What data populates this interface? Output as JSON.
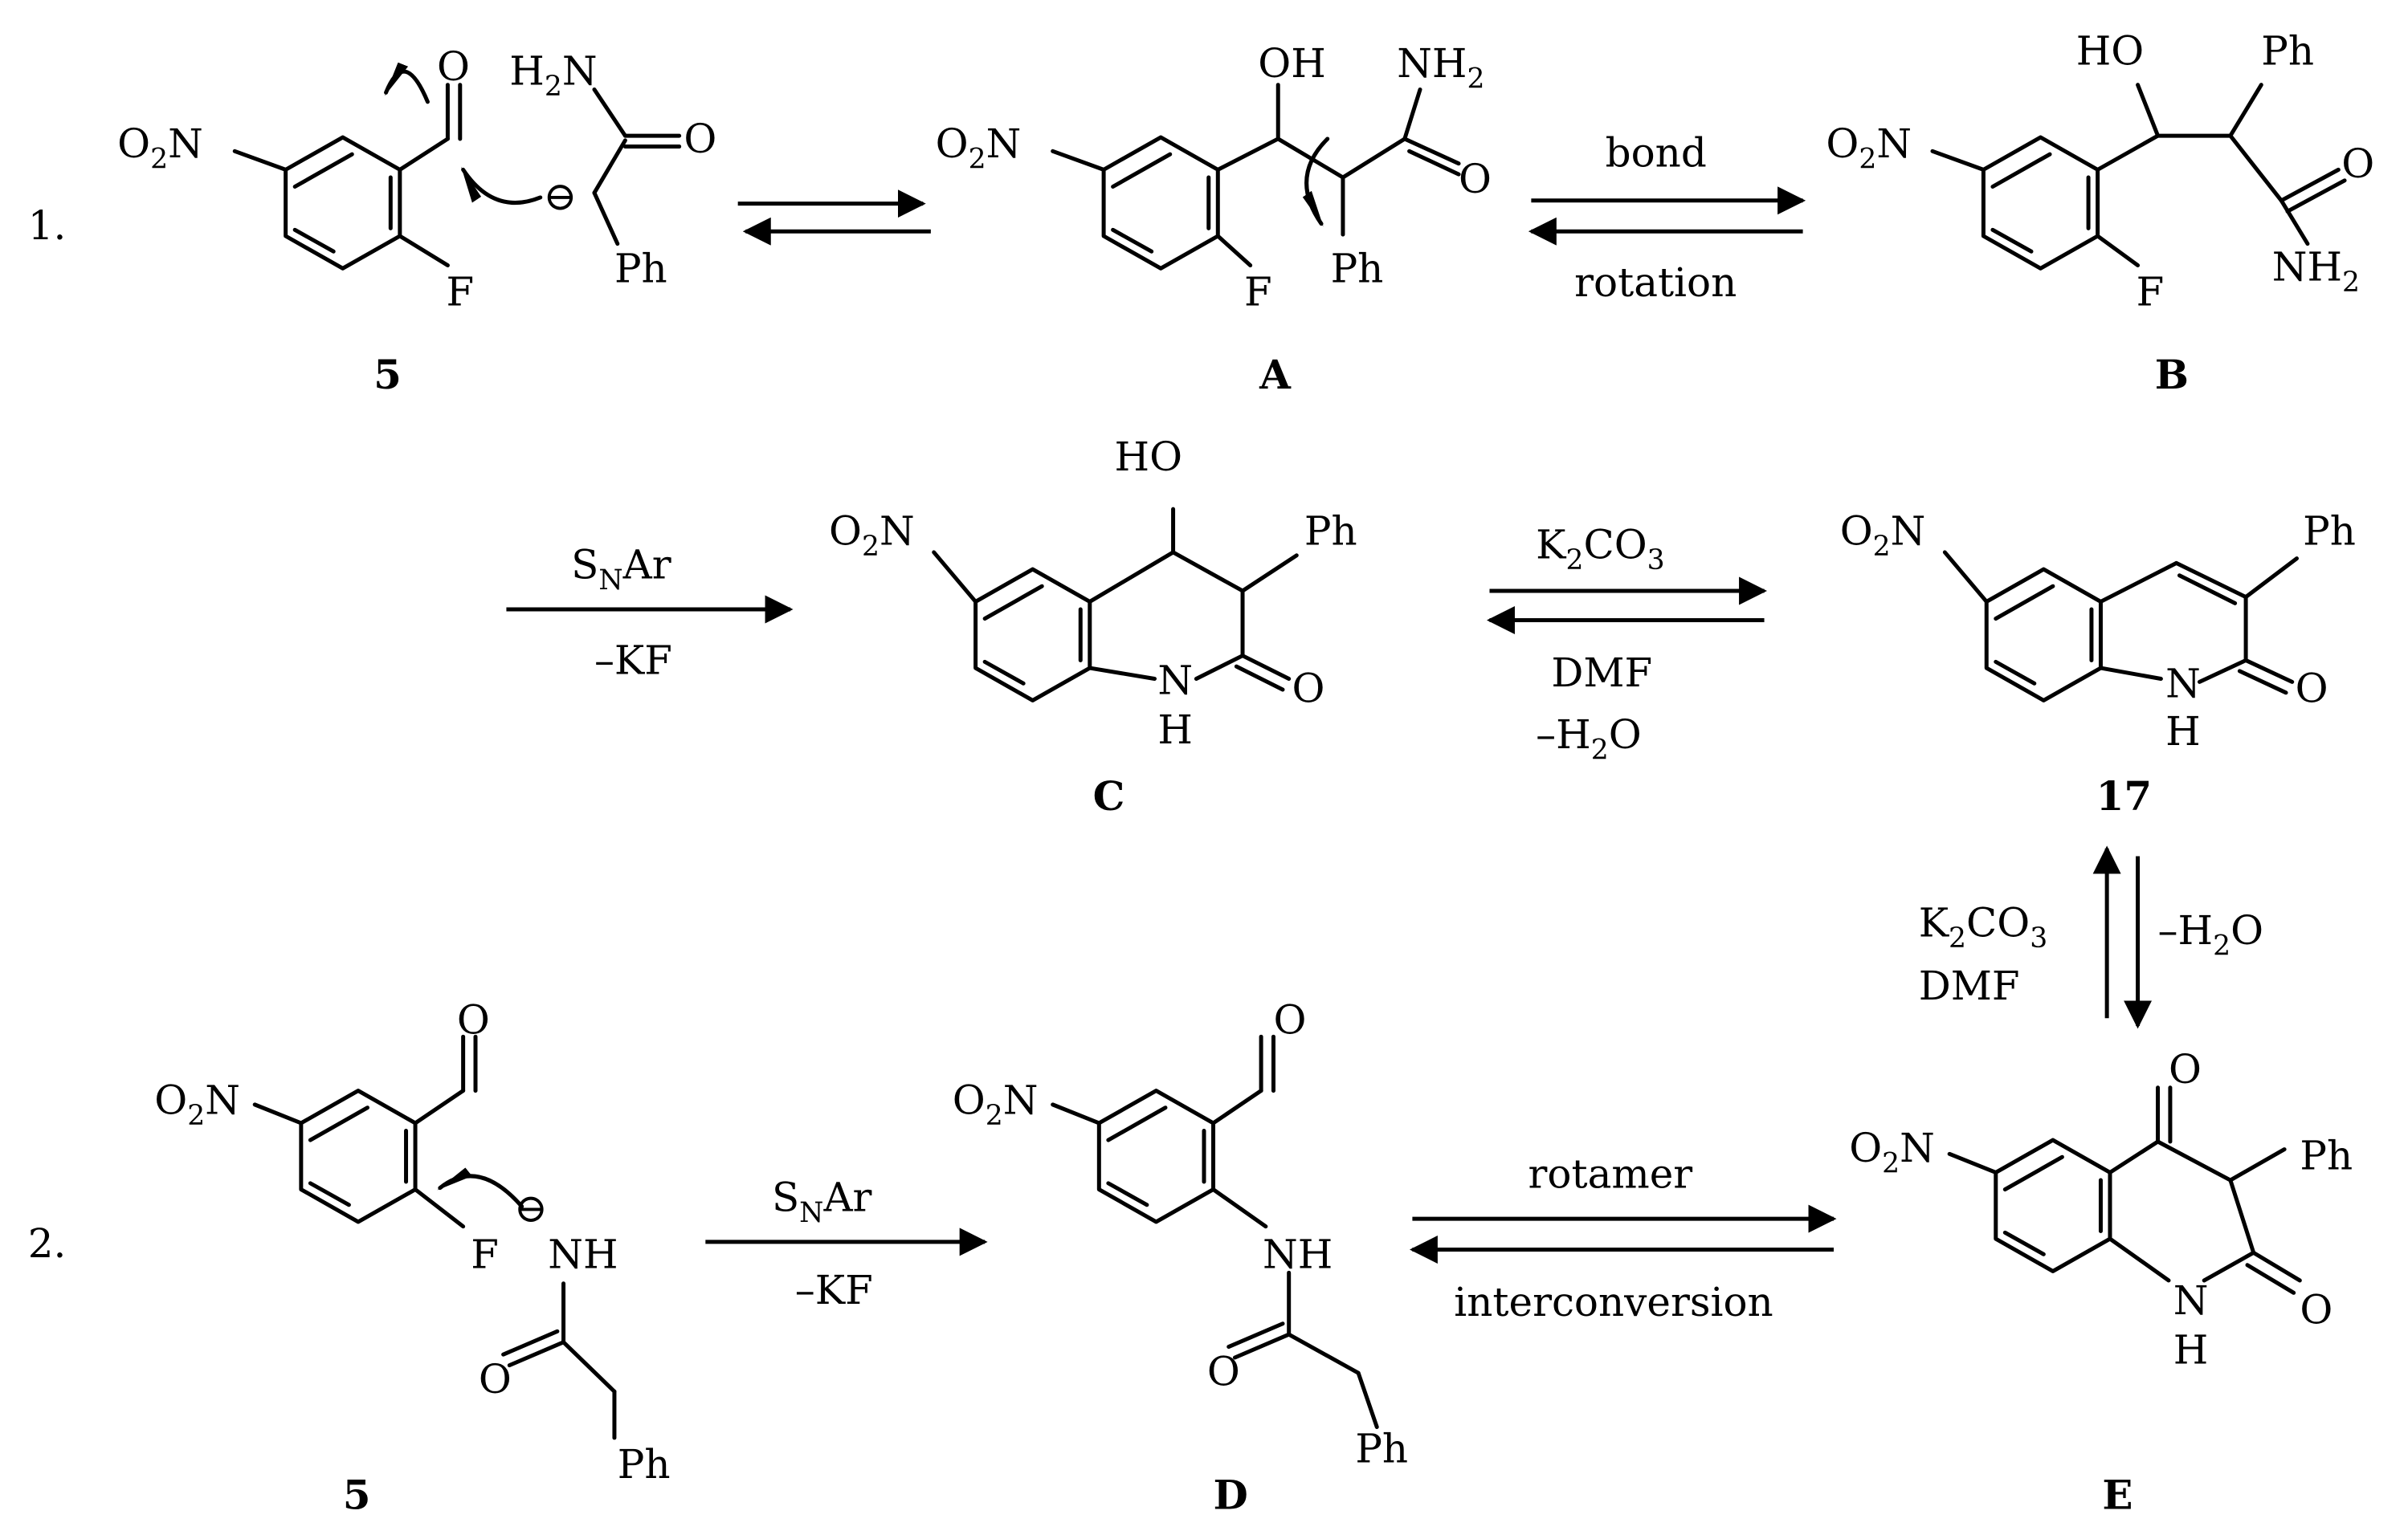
{
  "steps": {
    "one": "1.",
    "two": "2."
  },
  "molecules": {
    "m5a": {
      "label": "5",
      "o2n": "O",
      "o2n_sub": "2",
      "o2n_end": "N",
      "cho_o": "O",
      "f": "F",
      "amide_h": "H",
      "amide_h_sub": "2",
      "amide_n": "N",
      "amide_o": "O",
      "ph": "Ph",
      "anion": "⊖"
    },
    "A": {
      "label": "A",
      "o2n": "O",
      "o2n_sub": "2",
      "o2n_end": "N",
      "oh": "OH",
      "nh": "NH",
      "nh_sub": "2",
      "o": "O",
      "f": "F",
      "ph": "Ph"
    },
    "B": {
      "label": "B",
      "o2n": "O",
      "o2n_sub": "2",
      "o2n_end": "N",
      "ho": "HO",
      "ph": "Ph",
      "o": "O",
      "f": "F",
      "nh": "NH",
      "nh_sub": "2"
    },
    "C": {
      "label": "C",
      "o2n": "O",
      "o2n_sub": "2",
      "o2n_end": "N",
      "ho": "HO",
      "ph": "Ph",
      "n": "N",
      "h": "H",
      "o": "O"
    },
    "m17": {
      "label": "17",
      "o2n": "O",
      "o2n_sub": "2",
      "o2n_end": "N",
      "ph": "Ph",
      "n": "N",
      "h": "H",
      "o": "O"
    },
    "m5b": {
      "label": "5",
      "o2n": "O",
      "o2n_sub": "2",
      "o2n_end": "N",
      "cho_o": "O",
      "f": "F",
      "nh": "NH",
      "anion": "⊖",
      "o": "O",
      "ph": "Ph"
    },
    "D": {
      "label": "D",
      "o2n": "O",
      "o2n_sub": "2",
      "o2n_end": "N",
      "cho_o": "O",
      "nh": "NH",
      "o": "O",
      "ph": "Ph"
    },
    "E": {
      "label": "E",
      "o2n": "O",
      "o2n_sub": "2",
      "o2n_end": "N",
      "cho_o": "O",
      "ph": "Ph",
      "n": "N",
      "h": "H",
      "o": "O"
    }
  },
  "conditions": {
    "bond": "bond",
    "rotation": "rotation",
    "snar1_s": "S",
    "snar1_sub": "N",
    "snar1_ar": "Ar",
    "minus_kf1": "–KF",
    "k2co3_1a": "K",
    "k2co3_1b": "2",
    "k2co3_1c": "CO",
    "k2co3_1d": "3",
    "dmf1": "DMF",
    "minus_h2o_1a": "–H",
    "minus_h2o_1b": "2",
    "minus_h2o_1c": "O",
    "k2co3_2a": "K",
    "k2co3_2b": "2",
    "k2co3_2c": "CO",
    "k2co3_2d": "3",
    "dmf2": "DMF",
    "minus_h2o_2a": "–H",
    "minus_h2o_2b": "2",
    "minus_h2o_2c": "O",
    "snar2_s": "S",
    "snar2_sub": "N",
    "snar2_ar": "Ar",
    "minus_kf2": "–KF",
    "rotamer": "rotamer",
    "interconversion": "interconversion"
  }
}
